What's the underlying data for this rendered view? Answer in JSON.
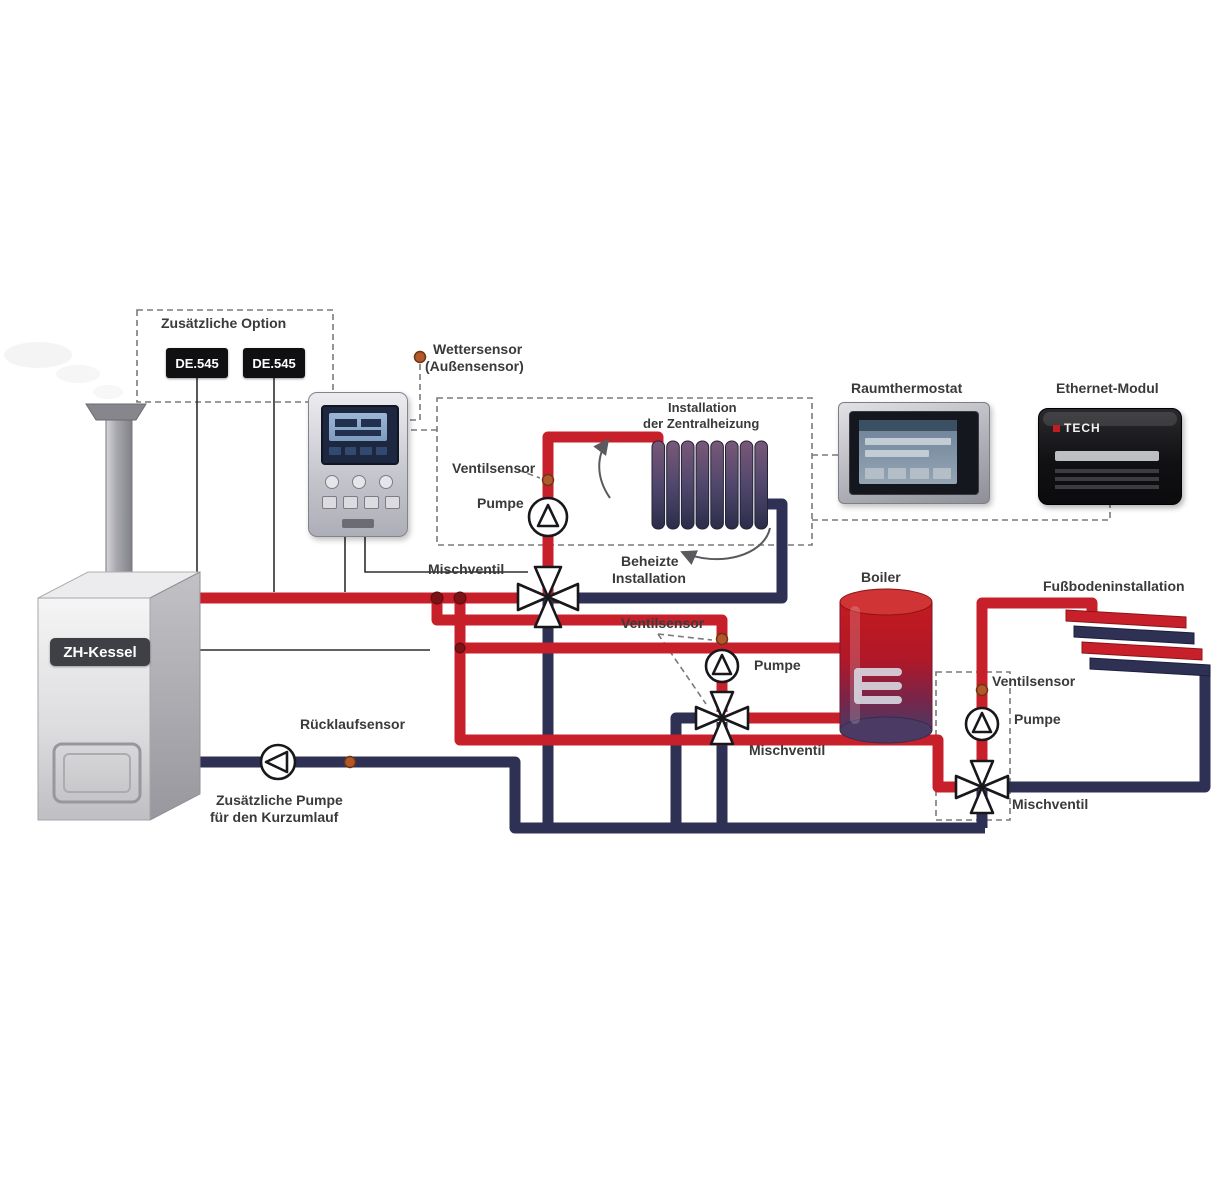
{
  "colors": {
    "pipe_supply": "#c8202a",
    "pipe_return": "#2e3153",
    "label_text": "#3a3a3c",
    "dashed_line": "#7a7a7a",
    "sensor_dot": "#b2592a",
    "junction_dot": "#7d1216",
    "boiler_label_bg": "#3f3f46",
    "module_bg": "#101012",
    "radiator_dark": "#2c2c4a",
    "tank_top": "#c41a20",
    "tank_bottom": "#4a3a64"
  },
  "labels": {
    "additional_option": "Zusätzliche Option",
    "module_1": "DE.545",
    "module_2": "DE.545",
    "weather_sensor_line1": "Wettersensor",
    "weather_sensor_line2": "(Außensensor)",
    "valve_sensor_1": "Ventilsensor",
    "pump_1": "Pumpe",
    "mixing_valve_1": "Mischventil",
    "ch_installation_line1": "Installation",
    "ch_installation_line2": "der Zentralheizung",
    "heated_installation_line1": "Beheizte",
    "heated_installation_line2": "Installation",
    "room_thermostat": "Raumthermostat",
    "ethernet_module": "Ethernet-Modul",
    "ethernet_brand": "TECH",
    "dhw_boiler": "Boiler",
    "valve_sensor_2": "Ventilsensor",
    "pump_2": "Pumpe",
    "mixing_valve_2": "Mischventil",
    "floor_installation": "Fußbodeninstallation",
    "valve_sensor_3": "Ventilsensor",
    "pump_3": "Pumpe",
    "mixing_valve_3": "Mischventil",
    "return_sensor": "Rücklaufsensor",
    "extra_pump_line1": "Zusätzliche Pumpe",
    "extra_pump_line2": "für den Kurzumlauf",
    "boiler_name": "ZH-Kessel"
  }
}
